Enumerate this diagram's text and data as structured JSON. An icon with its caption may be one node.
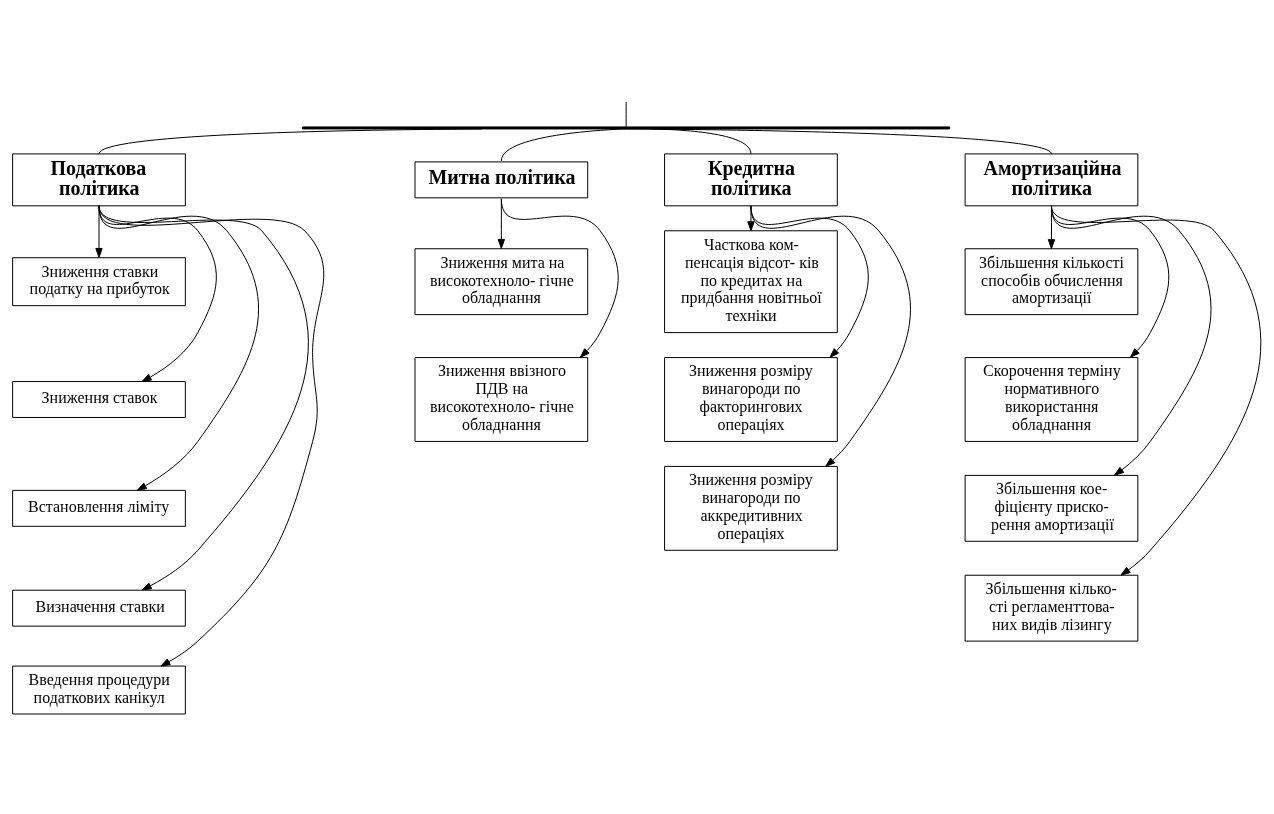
{
  "diagram": {
    "nodes": [
      {
        "text": [],
        "shape": "bar"
      },
      {
        "text": [
          "Податкова політика"
        ]
      },
      {
        "text": [
          "Митна політика"
        ]
      },
      {
        "text": [
          "Кредитна політика"
        ]
      },
      {
        "text": [
          "Амортизаційна політика"
        ]
      },
      {
        "text": [
          "Зниження ставки податку на прибуток"
        ]
      },
      {
        "text": [
          "Зниження ставок"
        ]
      },
      {
        "text": [
          "Встановлення ліміту"
        ]
      },
      {
        "text": [
          "Визначення ставки"
        ]
      },
      {
        "text": [
          "Введення процедури податкових канікул"
        ]
      },
      {
        "text": [
          "Зниження мита на високотехноло- гічне обладнання"
        ]
      },
      {
        "text": [
          "Зниження ввізного ПДВ на високотехноло- гічне обладнання"
        ]
      },
      {
        "text": [
          "Часткова ком- пенсація відсот- ків по кредитах на придбання новітньої техніки"
        ]
      },
      {
        "text": [
          "Зниження розміру винагороди по факторингових операціях"
        ]
      },
      {
        "text": [
          "Зниження розміру винагороди по аккредитивних операціях"
        ]
      },
      {
        "text": [
          "Збільшення кількості способів обчислення амортизації"
        ]
      },
      {
        "text": [
          "Скорочення терміну нормативного використання обладнання"
        ]
      },
      {
        "text": [
          "Збільшення кое- фіцієнту приско- рення амортизації"
        ]
      },
      {
        "text": [
          "Збільшення кілько- сті регламенттова- них видів лізингу"
        ]
      }
    ],
    "edges": [
      {
        "from": null,
        "to": 0,
        "arrow": "none"
      },
      {
        "from": 0,
        "to": 1,
        "arrow": "none"
      },
      {
        "from": 0,
        "to": 2,
        "arrow": "none"
      },
      {
        "from": 0,
        "to": 3,
        "arrow": "none"
      },
      {
        "from": 0,
        "to": 4,
        "arrow": "none"
      },
      {
        "from": 1,
        "to": 5,
        "arrow": "to"
      },
      {
        "from": 1,
        "to": 6,
        "arrow": "to"
      },
      {
        "from": 1,
        "to": 7,
        "arrow": "to"
      },
      {
        "from": 1,
        "to": 8,
        "arrow": "to"
      },
      {
        "from": 1,
        "to": 9,
        "arrow": "to"
      },
      {
        "from": 2,
        "to": 10,
        "arrow": "to"
      },
      {
        "from": 2,
        "to": 11,
        "arrow": "to"
      },
      {
        "from": 3,
        "to": 12,
        "arrow": "to"
      },
      {
        "from": 3,
        "to": 13,
        "arrow": "to"
      },
      {
        "from": 3,
        "to": 14,
        "arrow": "to"
      },
      {
        "from": 4,
        "to": 15,
        "arrow": "to"
      },
      {
        "from": 4,
        "to": 16,
        "arrow": "to"
      },
      {
        "from": 4,
        "to": 17,
        "arrow": "to"
      },
      {
        "from": 4,
        "to": 18,
        "arrow": "to"
      }
    ]
  }
}
